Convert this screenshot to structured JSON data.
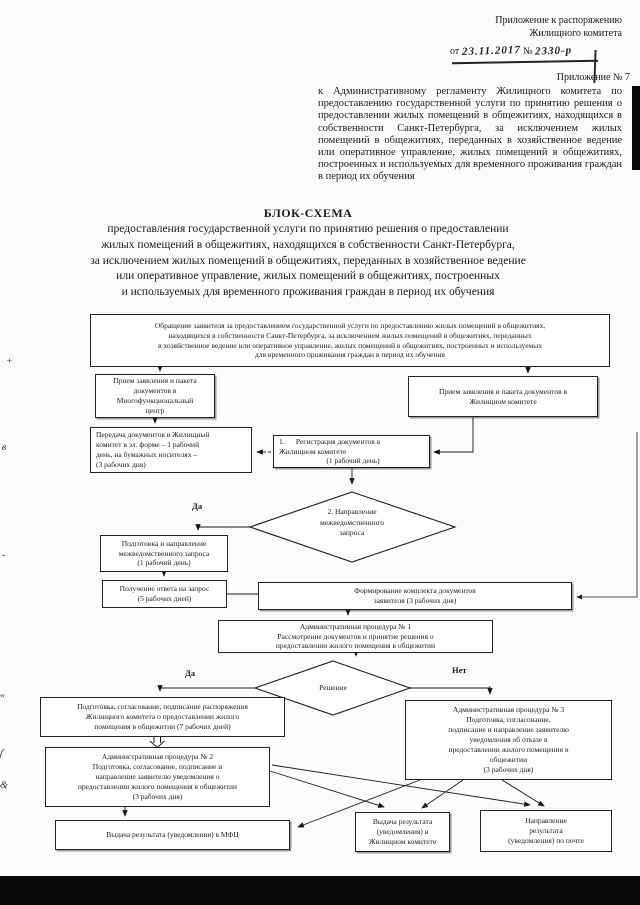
{
  "header": {
    "line1": "Приложение к распоряжению",
    "line2": "Жилищного комитета",
    "from_label": "от",
    "date_handwritten": "23.11.2017",
    "no_label": "№",
    "number_handwritten": "2330-р",
    "appendix": "Приложение № 7",
    "paragraph": "к Административному регламенту Жилищного комитета по предоставлению государственной услуги по принятию решения о предоставлении жилых помещений в общежитиях, находящихся в собственности Санкт-Петербурга, за исключением жилых помещений в общежитиях, переданных в хозяйственное ведение или оперативное управление, жилых помещений в общежитиях, построенных и используемых для временного проживания граждан в период их обучения"
  },
  "title": {
    "heading": "БЛОК-СХЕМА",
    "lines": [
      "предоставления государственной услуги по принятию решения о предоставлении",
      "жилых помещений в общежитиях, находящихся в собственности Санкт-Петербурга,",
      "за исключением жилых помещений в общежитиях, переданных в хозяйственное ведение",
      "или оперативное управление, жилых помещений в общежитиях, построенных",
      "и используемых для временного проживания граждан в период их обучения"
    ]
  },
  "flowchart": {
    "labels": {
      "yes1": "Да",
      "yes2": "Да",
      "no2": "Нет"
    },
    "application": {
      "lines": [
        "Обращение заявителя за предоставлением государственной услуги по предоставлению жилых помещений в общежитиях,",
        "находящихся в собственности Санкт-Петербурга, за исключением жилых помещений в общежитиях, переданных",
        "в хозяйственное ведение или оперативное управление, жилых помещений в общежитиях, построенных и используемых",
        "для временного проживания граждан в период их обучения"
      ]
    },
    "mfc_intake": {
      "lines": [
        "Прием заявления и пакета",
        "документов в",
        "Многофункциональный",
        "центр"
      ]
    },
    "zhk_intake": {
      "lines": [
        "Прием заявления и пакета документов в",
        "Жилищном комитете"
      ]
    },
    "transfer_docs": {
      "lines": [
        "Передача документов в Жилищный",
        "комитет в эл. форме – 1 рабочий",
        "день, на бумажных носителях –",
        "(3 рабочих дня)"
      ]
    },
    "registration": {
      "lines": [
        "1.      Регистрация документов в",
        "Жилищном комитете",
        "(1 рабочий день)"
      ]
    },
    "decision_request": {
      "lines": [
        "2. Направление",
        "межведомственного",
        "запроса"
      ]
    },
    "prepare_request": {
      "lines": [
        "Подготовка и направление",
        "межведомственного запроса",
        "(1 рабочий день)"
      ]
    },
    "receive_response": {
      "lines": [
        "Получение ответа на запрос",
        "(5 рабочих дней)"
      ]
    },
    "form_docset": {
      "lines": [
        "Формирование комплекта документов",
        "заявителя (3 рабочих дня)"
      ]
    },
    "admin_proc_1": {
      "lines": [
        "Административная процедура № 1",
        "Рассмотрение документов и принятие решения о",
        "предоставлении жилого помещения в общежитии"
      ]
    },
    "decision_final": {
      "label": "Решение"
    },
    "prepare_order": {
      "lines": [
        "Подготовка, согласование, подписание распоряжения",
        "Жилищного комитета о предоставлении жилого",
        "помещения в общежитии (7 рабочих дней)"
      ]
    },
    "admin_proc_2": {
      "lines": [
        "Административная процедура № 2",
        "Подготовка, согласование, подписание и",
        "направление заявителю уведомления о",
        "предоставлении жилого помещения в общежитии",
        "(3 рабочих дня)"
      ]
    },
    "admin_proc_3": {
      "lines": [
        "Административная процедура № 3",
        "Подготовка, согласование,",
        "подписание и направление заявителю",
        "уведомления об отказе в",
        "предоставлении жилого помещения в",
        "общежитии",
        "(3 рабочих дня)"
      ]
    },
    "issue_mfc": {
      "lines": [
        "Выдача результата (уведомления) в МФЦ"
      ]
    },
    "issue_zhk": {
      "lines": [
        "Выдача результата",
        "(уведомления) в",
        "Жилищном комитете"
      ]
    },
    "send_mail": {
      "lines": [
        "Направление",
        "результата",
        "(уведомления) по почте"
      ]
    }
  },
  "artifacts": {
    "pen_marks": [
      "+",
      "в",
      "-",
      "«",
      "ſ",
      "&"
    ]
  }
}
